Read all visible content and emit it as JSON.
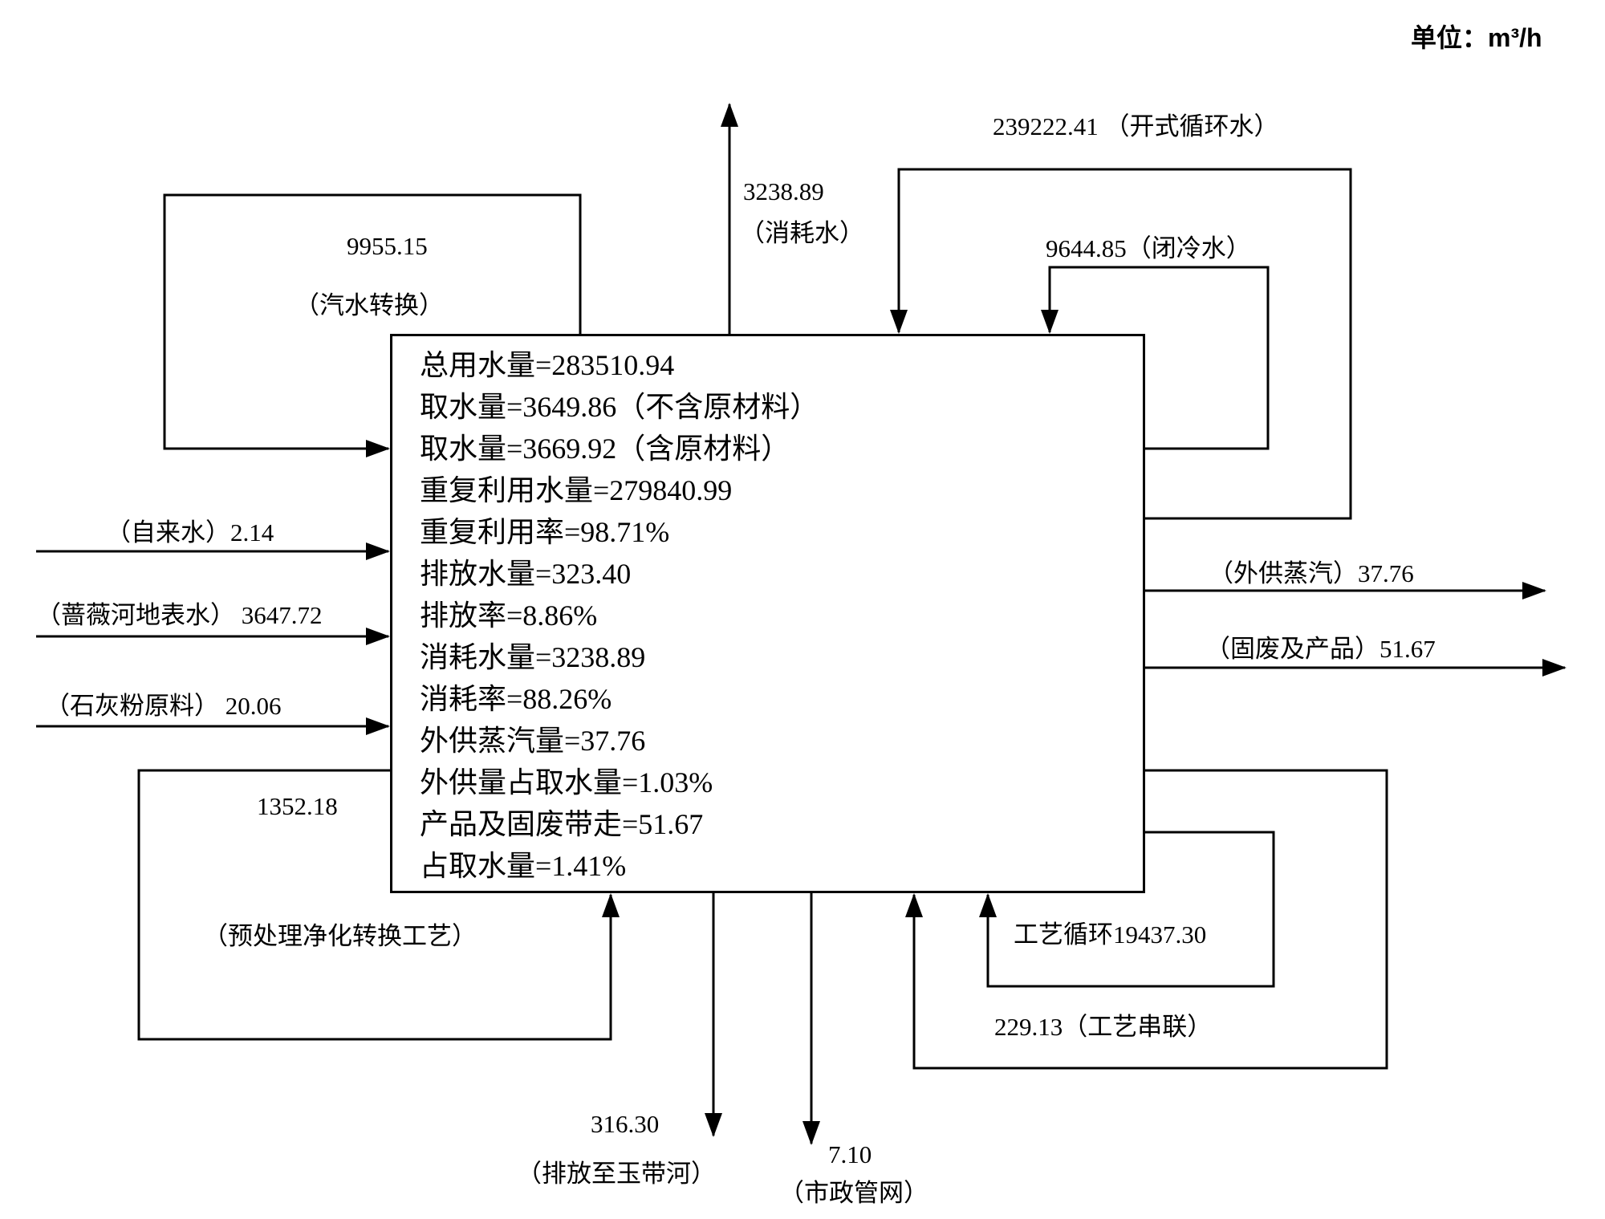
{
  "unit_label": "单位：m³/h",
  "center_box": {
    "lines": [
      "总用水量=283510.94",
      "取水量=3649.86（不含原材料）",
      "取水量=3669.92（含原材料）",
      "重复利用水量=279840.99",
      "重复利用率=98.71%",
      "排放水量=323.40",
      "排放率=8.86%",
      "消耗水量=3238.89",
      "消耗率=88.26%",
      "外供蒸汽量=37.76",
      "外供量占取水量=1.03%",
      "产品及固废带走=51.67",
      "占取水量=1.41%"
    ]
  },
  "flows": {
    "steam_water_conversion": {
      "value": "9955.15",
      "label": "（汽水转换）"
    },
    "consumed_water": {
      "value": "3238.89",
      "label": "（消耗水）"
    },
    "open_circulating": {
      "label": "239222.41 （开式循环水）"
    },
    "closed_cooling": {
      "label": "9644.85（闭冷水）"
    },
    "tap_water": {
      "label": "（自来水）2.14"
    },
    "river_surface_water": {
      "label": "（蔷薇河地表水） 3647.72"
    },
    "lime_powder": {
      "label": "（石灰粉原料） 20.06"
    },
    "pretreatment": {
      "value": "1352.18",
      "label": "（预处理净化转换工艺）"
    },
    "discharge_river": {
      "value": "316.30",
      "label": "（排放至玉带河）"
    },
    "municipal_network": {
      "value": "7.10",
      "label": "（市政管网）"
    },
    "process_circulation": {
      "label": "工艺循环19437.30"
    },
    "process_series": {
      "label": "229.13（工艺串联）"
    },
    "external_steam": {
      "label": "（外供蒸汽）37.76"
    },
    "solid_waste_products": {
      "label": "（固废及产品）51.67"
    }
  }
}
